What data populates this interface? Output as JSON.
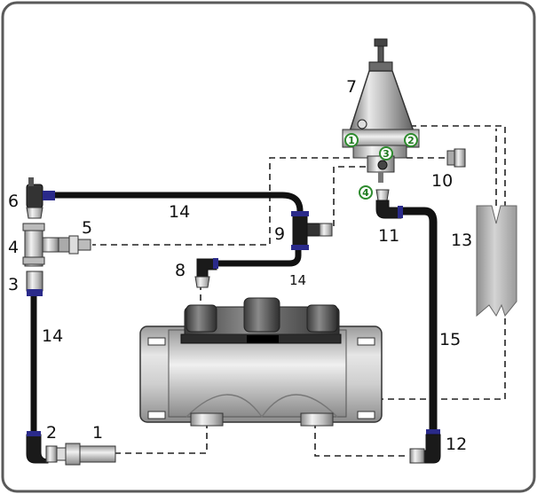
{
  "labels": {
    "c1": "1",
    "c2": "2",
    "c3": "3",
    "c4": "4",
    "c5": "5",
    "c6": "6",
    "c7": "7",
    "c8": "8",
    "c9": "9",
    "c10": "10",
    "c11": "11",
    "c12": "12",
    "c13": "13",
    "c14a": "14",
    "c14b": "14",
    "c14c": "14",
    "c15": "15"
  },
  "ports": {
    "p1": "1",
    "p2": "2",
    "p3": "3",
    "p4": "4"
  },
  "colors": {
    "frame": "#555555",
    "tube": "#111111",
    "metal": "#c8c8c8",
    "port_ring": "#2e8b2e",
    "connector_band": "#2a2a8a"
  }
}
